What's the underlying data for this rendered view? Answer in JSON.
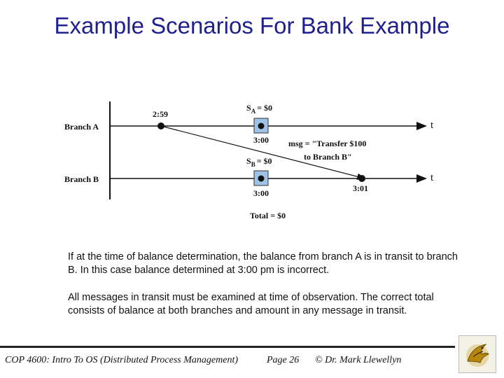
{
  "title": "Example Scenarios For Bank Example",
  "diagram": {
    "branch_a_label": "Branch A",
    "branch_b_label": "Branch B",
    "axis_label": "t",
    "time_a_send": "2:59",
    "state_a": "S",
    "state_a_sub": "A",
    "state_a_val": "= $0",
    "time_a_snap": "3:00",
    "msg_line1": "msg = \"Transfer $100",
    "msg_line2": "to Branch B\"",
    "state_b": "S",
    "state_b_sub": "B",
    "state_b_val": "= $0",
    "time_b_snap": "3:00",
    "time_b_recv": "3:01",
    "total": "Total = $0"
  },
  "paragraphs": {
    "p1": "If at the time of balance determination, the balance from branch A is in transit to branch B.  In this case balance determined at 3:00 pm is incorrect.",
    "p2": "All messages in transit must be examined at time of observation.  The correct total consists of balance at both branches and amount in any message in transit."
  },
  "footer": {
    "course": "COP 4600: Intro To OS  (Distributed Process Management)",
    "page": "Page 26",
    "author": "© Dr. Mark Llewellyn"
  },
  "colors": {
    "title": "#1f1f8f",
    "snapshot_box": "#9ec3e6"
  },
  "icons": {
    "logo": "ucf-pegasus-logo-icon"
  }
}
